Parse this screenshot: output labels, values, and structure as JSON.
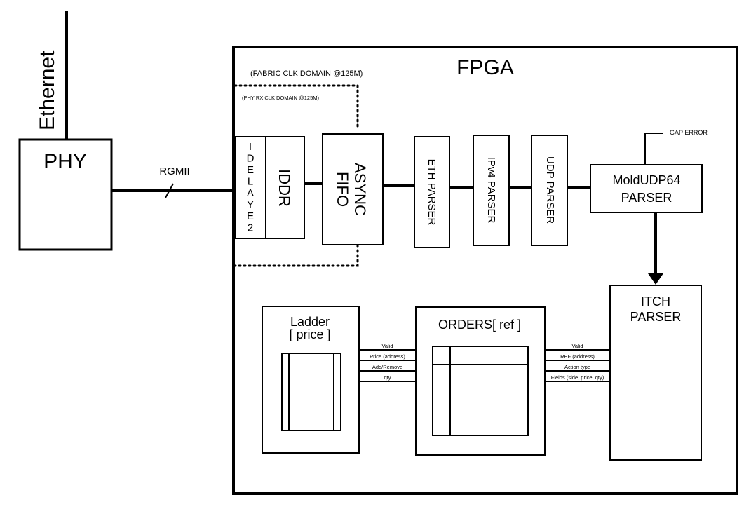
{
  "fpga": {
    "title": "FPGA"
  },
  "domains": {
    "fabric": "(FABRIC CLK DOMAIN @125M)",
    "phy_rx": "(PHY RX CLK DOMAIN @125M)"
  },
  "external": {
    "ethernet": "Ethernet",
    "phy": "PHY",
    "rgmii": "RGMII"
  },
  "blocks": {
    "idelay_letters": [
      "I",
      "D",
      "E",
      "L",
      "A",
      "Y",
      "E",
      "2"
    ],
    "iddr": "IDDR",
    "async_fifo": [
      "ASYNC",
      "FIFO"
    ],
    "eth_parser": "ETH PARSER",
    "ipv4_parser": "IPv4 PARSER",
    "udp_parser": "UDP PARSER",
    "moldudp": [
      "MoldUDP64",
      "PARSER"
    ],
    "gap_error": "GAP ERROR",
    "itch": [
      "ITCH",
      "PARSER"
    ],
    "orders": "ORDERS[ ref ]",
    "ladder": [
      "Ladder",
      "[ price ]"
    ]
  },
  "buses": {
    "ladder_orders": [
      "Valid",
      "Price (address)",
      "Add/Remove",
      "qty"
    ],
    "orders_itch": [
      "Valid",
      "REF (address)",
      "Action type",
      "Fields (side, price, qty)"
    ]
  }
}
